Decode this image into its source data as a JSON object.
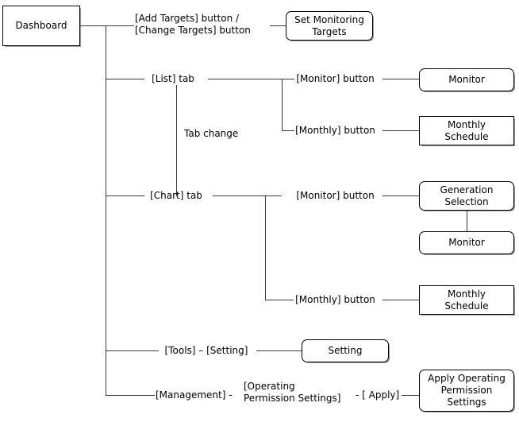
{
  "diagram": {
    "title": "Dashboard screen transition diagram",
    "background_color": "#ffffff",
    "line_color": "#3a3a3a",
    "box_border_color": "#000000",
    "text_color": "#000000"
  },
  "nodes": {
    "dashboard": "Dashboard",
    "set_monitoring_targets": "Set Monitoring\nTargets",
    "monitor_list": "Monitor",
    "monthly_schedule_list": "Monthly\nSchedule",
    "generation_selection": "Generation\nSelection",
    "monitor_chart": "Monitor",
    "monthly_schedule_chart": "Monthly\nSchedule",
    "setting": "Setting",
    "apply_operating_permission_settings": "Apply Operating\nPermission\nSettings"
  },
  "actions": {
    "add_change_targets": "[Add Targets] button /\n[Change Targets] button",
    "list_tab": "[List] tab",
    "tab_change": "Tab change",
    "list_monitor_button": "[Monitor] button",
    "list_monthly_button": "[Monthly] button",
    "chart_tab": "[Chart] tab",
    "chart_monitor_button": "[Monitor] button",
    "chart_monthly_button": "[Monthly] button",
    "tools_setting": "[Tools] – [Setting]",
    "management": "[Management] -",
    "operating_permission_settings": "[Operating\nPermission Settings]",
    "apply": "- [ Apply]"
  }
}
